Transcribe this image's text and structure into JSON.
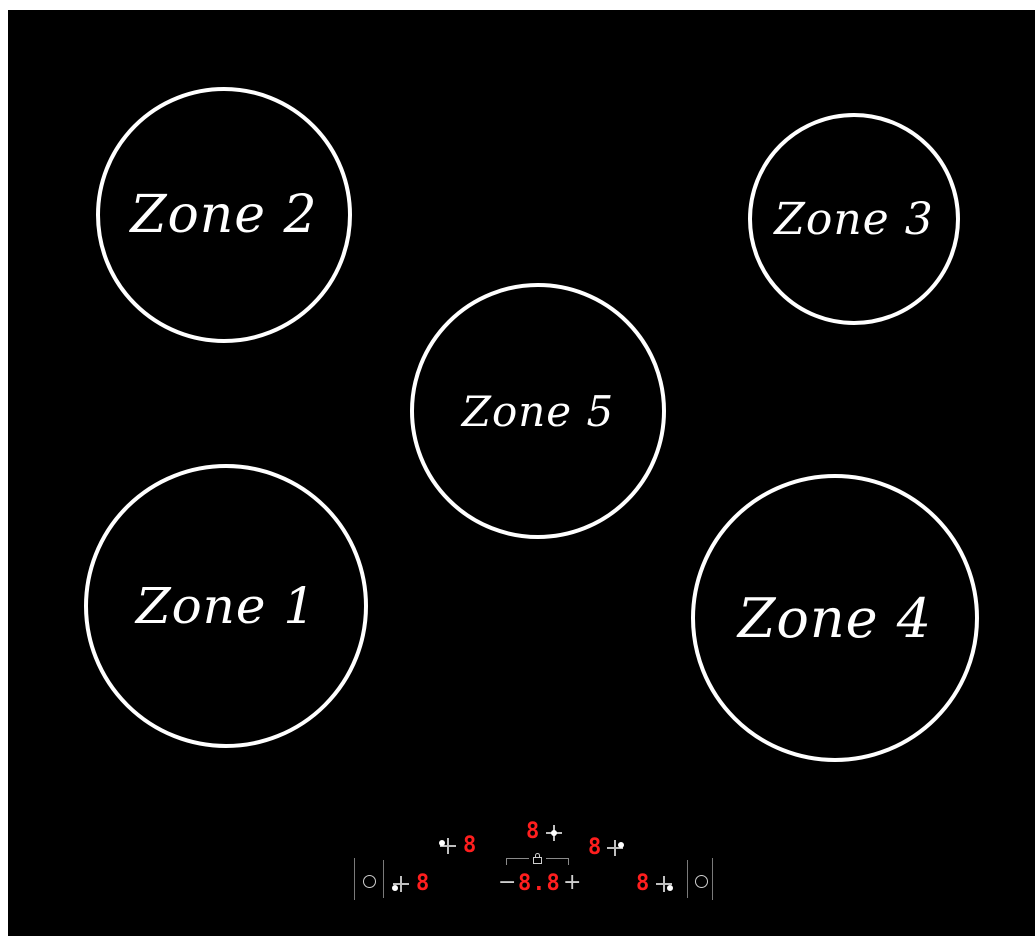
{
  "zones": {
    "zone_1": "Zone 1",
    "zone_2": "Zone 2",
    "zone_3": "Zone 3",
    "zone_4": "Zone 4",
    "zone_5": "Zone 5"
  },
  "control_panel": {
    "display_zone_2": "8",
    "display_zone_5": "8",
    "display_zone_3": "8",
    "display_zone_1": "8",
    "display_zone_4": "8",
    "display_power_level": "8.8",
    "minus_label": "−",
    "plus_label": "+"
  },
  "icons": {
    "timer": "timer-icon",
    "power": "power-icon",
    "lock": "lock-icon",
    "zone_select": "zone-select-icon"
  },
  "colors": {
    "hob_surface": "#000000",
    "zone_ring": "#ffffff",
    "display_digits": "#ff1e1e",
    "control_symbols": "#cfcfcf"
  }
}
